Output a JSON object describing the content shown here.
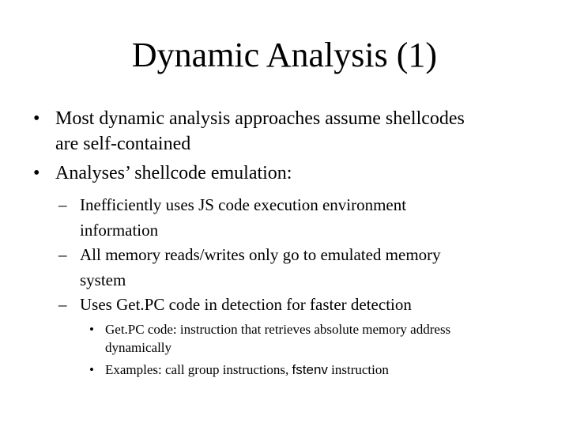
{
  "title": "Dynamic Analysis (1)",
  "bullets": {
    "b1": {
      "marker": "•",
      "line1": "Most dynamic analysis approaches assume shellcodes",
      "line2": "are self-contained"
    },
    "b2": {
      "marker": "•",
      "line1": "Analyses’ shellcode emulation:"
    },
    "b2_1": {
      "marker": "–",
      "line1": "Inefficiently uses JS code execution environment",
      "line2": "information"
    },
    "b2_2": {
      "marker": "–",
      "line1": "All memory reads/writes only go to emulated memory",
      "line2": "system"
    },
    "b2_3": {
      "marker": "–",
      "line1": "Uses Get.PC code in detection for faster detection"
    },
    "b2_3_1": {
      "marker": "•",
      "line1": "Get.PC code: instruction that retrieves absolute memory address",
      "line2": "dynamically"
    },
    "b2_3_2": {
      "marker": "•",
      "prefix": "Examples: call group instructions, ",
      "code": "fstenv",
      "suffix": " instruction"
    }
  }
}
